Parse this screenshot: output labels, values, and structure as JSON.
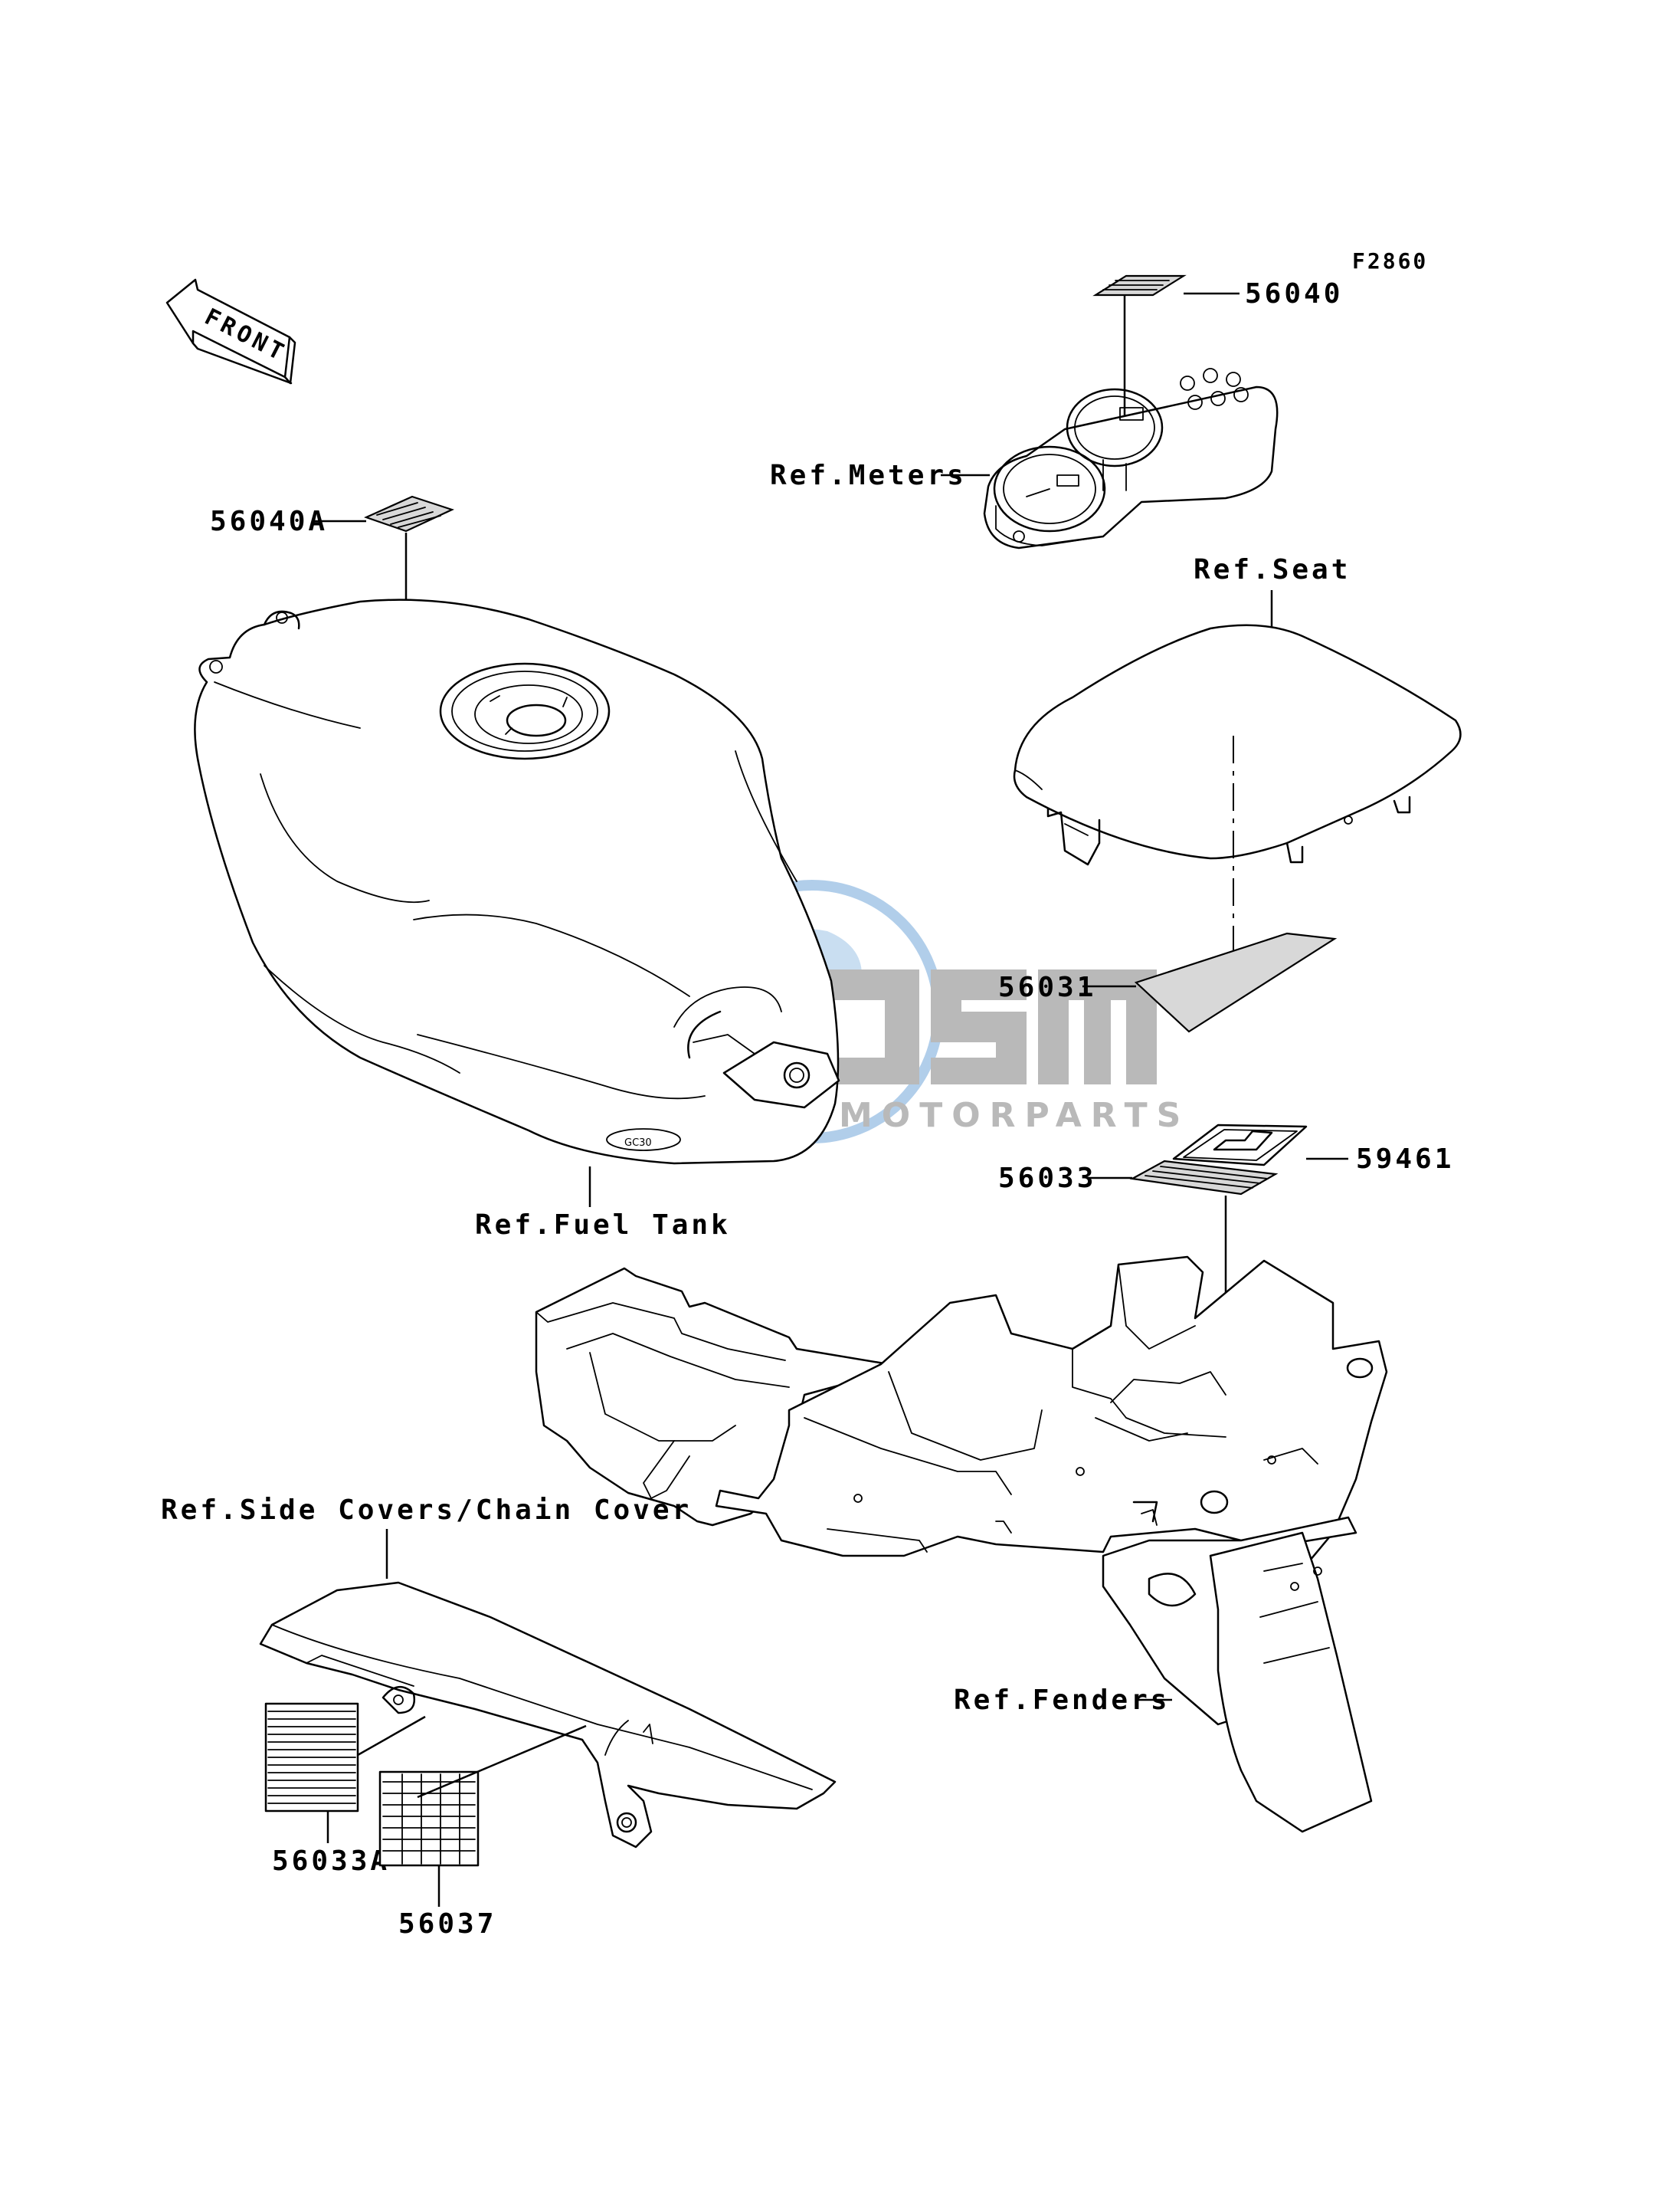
{
  "figure_code": "F2860",
  "front_label": "FRONT",
  "callouts": {
    "part_56040": "56040",
    "ref_meters": "Ref.Meters",
    "part_56040A": "56040A",
    "ref_seat": "Ref.Seat",
    "part_56031": "56031",
    "ref_fuel_tank": "Ref.Fuel Tank",
    "part_56033": "56033",
    "part_59461": "59461",
    "ref_side_covers": "Ref.Side Covers/Chain Cover",
    "ref_fenders": "Ref.Fenders",
    "part_56033A": "56033A",
    "part_56037": "56037"
  },
  "watermark": {
    "logo_text": "OSM",
    "tagline": "MOTORPARTS"
  },
  "colors": {
    "line": "#000000",
    "decal_fill": "#d8d8d8",
    "watermark_blue": "#9ec3e6",
    "watermark_gray": "#a8a8a8"
  }
}
